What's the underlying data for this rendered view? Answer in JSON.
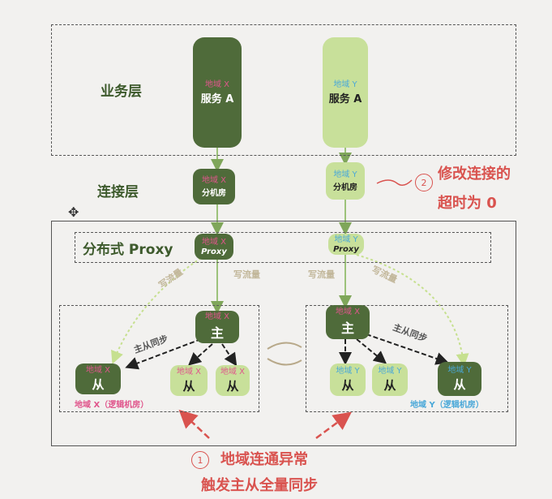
{
  "layers": {
    "business": "业务层",
    "connection": "连接层",
    "proxy": "分布式 Proxy"
  },
  "business_nodes": {
    "a_region": "地域 X",
    "a_name": "服务 A",
    "b_region": "地域 Y",
    "b_name": "服务 A"
  },
  "connection_nodes": {
    "x_region": "地域 X",
    "x_name": "分机房",
    "y_region": "地域 Y",
    "y_name": "分机房"
  },
  "proxy_nodes": {
    "x_region": "地域 X",
    "x_name": "Proxy",
    "y_region": "地域 Y",
    "y_name": "Proxy"
  },
  "flow": {
    "left1": "写流量",
    "left2": "写流量",
    "right1": "写流量",
    "right2": "写流量"
  },
  "cluster_x": {
    "master_region": "地域 X",
    "master": "主",
    "sync_label": "主从同步",
    "slave1_region": "地域 X",
    "slave2_region": "地域 X",
    "slave3_region": "地域 X",
    "slave": "从",
    "footer": "地域 X（逻辑机房）"
  },
  "cluster_y": {
    "master_region": "地域 X",
    "master": "主",
    "sync_label": "主从同步",
    "slave1_region": "地域 Y",
    "slave2_region": "地域 Y",
    "slave3_region": "地域 Y",
    "slave": "从",
    "footer": "地域 Y（逻辑机房）"
  },
  "annotation2": {
    "number": "2",
    "line1": "修改连接的",
    "line2": "超时为 0"
  },
  "annotation1": {
    "number": "1",
    "line1": "地域连通异常",
    "line2": "触发主从全量同步"
  },
  "colors": {
    "dark_green": "#4f6b3a",
    "light_green": "#c8e09a",
    "red": "#d9534f",
    "pink": "#e0568c",
    "blue": "#4aa8d8"
  }
}
